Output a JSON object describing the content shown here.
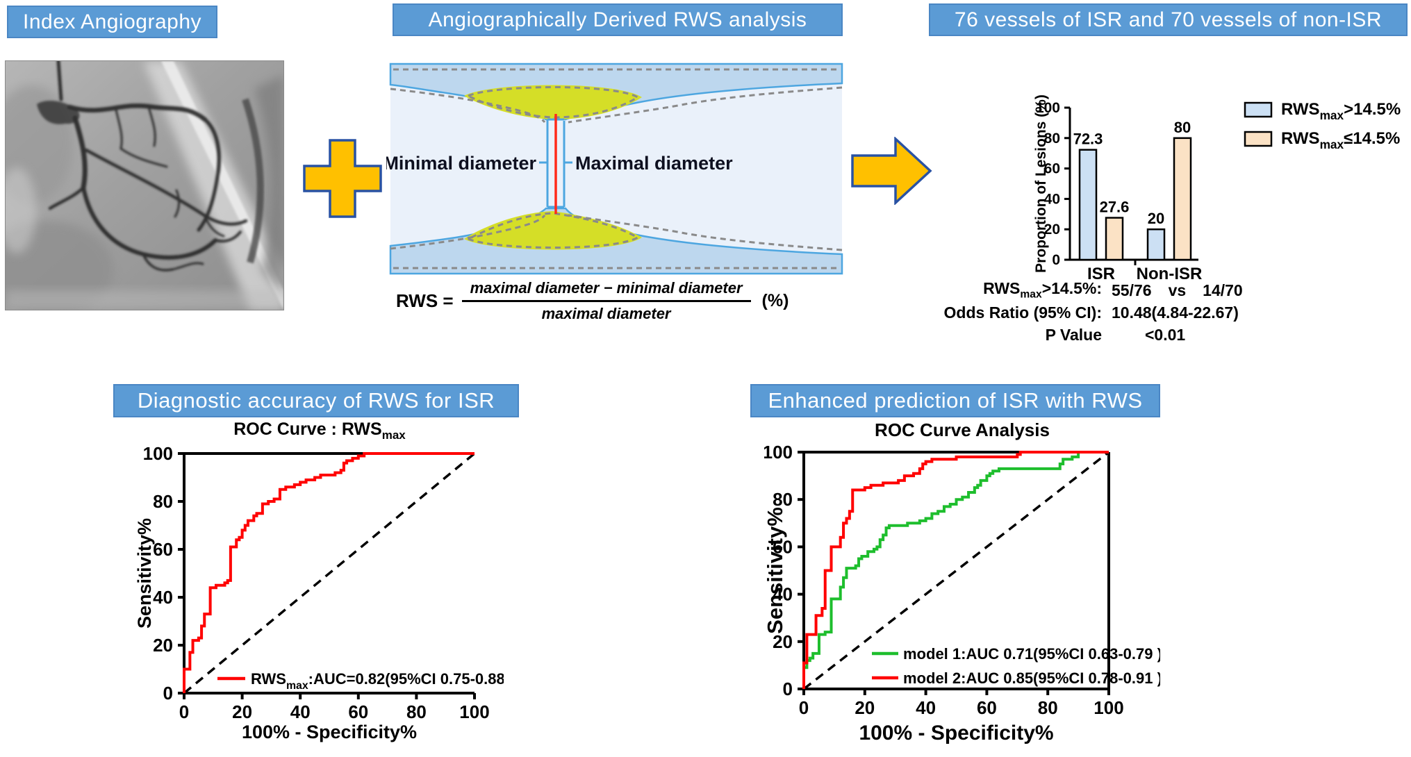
{
  "panels": {
    "index_angiography": {
      "title": "Index Angiography"
    },
    "rws_analysis": {
      "title": "Angiographically Derived RWS analysis"
    },
    "vessel_counts": {
      "title": "76 vessels of ISR and 70 vessels of non-ISR"
    },
    "diagnostic_accuracy": {
      "title": "Diagnostic accuracy of RWS for ISR"
    },
    "enhanced_prediction": {
      "title": "Enhanced prediction of ISR with RWS"
    }
  },
  "diagram": {
    "minimal_label": "Minimal diameter",
    "maximal_label": "Maximal diameter"
  },
  "formula": {
    "lhs": "RWS =",
    "numerator": "maximal diameter − minimal diameter",
    "denominator": "maximal diameter",
    "unit": "(%)"
  },
  "stats": {
    "row1": {
      "label_pre": "RWS",
      "label_sub": "max",
      "label_post": ">14.5%:",
      "value1": "55/76",
      "vs": "vs",
      "value2": "14/70"
    },
    "row2": {
      "label": "Odds Ratio (95% CI):",
      "value": "10.48(4.84-22.67)"
    },
    "row3": {
      "label": "P Value",
      "value": "<0.01"
    }
  },
  "colors": {
    "header_bg": "#5B9BD5",
    "header_border": "#4A86C4",
    "gold": "#FFC000",
    "gold_border": "#2952A3",
    "bar_blue": "#CCE0F4",
    "bar_orange": "#FBE2C5",
    "roc_red": "#FF0000",
    "roc_green": "#1EBE2D",
    "vessel_wall_fill": "#BDD7EE",
    "vessel_wall_stroke": "#4DA6E0",
    "lumen": "#EAF1FA",
    "plaque": "#D5DE27",
    "stent_dash_gray": "#8A8A8A",
    "marker_red": "#FF2A1A"
  },
  "chart_data": [
    {
      "id": "lesion-proportion-bar",
      "type": "bar",
      "categories": [
        "ISR",
        "Non-ISR"
      ],
      "ylabel": "Proportion of Lesions (%)",
      "ylim": [
        0,
        100
      ],
      "yticks": [
        0,
        20,
        40,
        60,
        80,
        100
      ],
      "legend_position": "right-top",
      "series": [
        {
          "name_pre": "RWS",
          "name_sub": "max",
          "name_post": ">14.5%",
          "color": "#CCE0F4",
          "values": [
            72.3,
            20
          ],
          "value_labels": [
            "72.3",
            "20"
          ]
        },
        {
          "name_pre": "RWS",
          "name_sub": "max",
          "name_post": "≤14.5%",
          "color": "#FBE2C5",
          "values": [
            27.6,
            80
          ],
          "value_labels": [
            "27.6",
            "80"
          ]
        }
      ]
    },
    {
      "id": "roc-rwsmax",
      "type": "line",
      "title_pre": "ROC Curve : RWS",
      "title_sub": "max",
      "xlabel": "100% - Specificity%",
      "ylabel": "Sensitivity%",
      "xlim": [
        0,
        100
      ],
      "ylim": [
        0,
        100
      ],
      "xticks": [
        0,
        20,
        40,
        60,
        80,
        100
      ],
      "yticks": [
        0,
        20,
        40,
        60,
        80,
        100
      ],
      "diagonal": true,
      "legend_position": "bottom-inside",
      "series": [
        {
          "legend_pre": "RWS",
          "legend_sub": "max",
          "legend_post": ":AUC=0.82(95%CI 0.75-0.88)",
          "color": "#FF0000",
          "points": [
            [
              0,
              0
            ],
            [
              0,
              10
            ],
            [
              2,
              10
            ],
            [
              2,
              17
            ],
            [
              3,
              18
            ],
            [
              3,
              22
            ],
            [
              5,
              23
            ],
            [
              6,
              23
            ],
            [
              6,
              28
            ],
            [
              7,
              29
            ],
            [
              7,
              33
            ],
            [
              9,
              34
            ],
            [
              9,
              44
            ],
            [
              11,
              45
            ],
            [
              14,
              46
            ],
            [
              15,
              47
            ],
            [
              16,
              47
            ],
            [
              16,
              61
            ],
            [
              18,
              62
            ],
            [
              18,
              64
            ],
            [
              19,
              65
            ],
            [
              20,
              68
            ],
            [
              21,
              70
            ],
            [
              22,
              72
            ],
            [
              24,
              74
            ],
            [
              25,
              75
            ],
            [
              27,
              76
            ],
            [
              27,
              79
            ],
            [
              29,
              80
            ],
            [
              31,
              81
            ],
            [
              33,
              82
            ],
            [
              33,
              85
            ],
            [
              35,
              86
            ],
            [
              38,
              87
            ],
            [
              40,
              88
            ],
            [
              42,
              89
            ],
            [
              45,
              90
            ],
            [
              47,
              91
            ],
            [
              52,
              92
            ],
            [
              54,
              93
            ],
            [
              55,
              96
            ],
            [
              56,
              97
            ],
            [
              58,
              98
            ],
            [
              60,
              99
            ],
            [
              62,
              100
            ],
            [
              100,
              100
            ]
          ]
        }
      ]
    },
    {
      "id": "roc-models",
      "type": "line",
      "title": "ROC Curve Analysis",
      "xlabel": "100% - Specificity%",
      "ylabel": "Sensitivity%",
      "xlim": [
        0,
        100
      ],
      "ylim": [
        0,
        100
      ],
      "xticks": [
        0,
        20,
        40,
        60,
        80,
        100
      ],
      "yticks": [
        0,
        20,
        40,
        60,
        80,
        100
      ],
      "diagonal": true,
      "legend_position": "bottom-right-inside",
      "series": [
        {
          "legend": "model 1:AUC 0.71(95%CI 0.63-0.79 )",
          "color": "#1EBE2D",
          "points": [
            [
              0,
              0
            ],
            [
              0,
              9
            ],
            [
              1,
              12
            ],
            [
              2,
              13
            ],
            [
              3,
              15
            ],
            [
              5,
              16
            ],
            [
              5,
              23
            ],
            [
              7,
              24
            ],
            [
              9,
              25
            ],
            [
              9,
              38
            ],
            [
              12,
              39
            ],
            [
              12,
              43
            ],
            [
              13,
              47
            ],
            [
              14,
              48
            ],
            [
              14,
              51
            ],
            [
              17,
              52
            ],
            [
              18,
              55
            ],
            [
              19,
              56
            ],
            [
              21,
              58
            ],
            [
              23,
              59
            ],
            [
              24,
              60
            ],
            [
              25,
              63
            ],
            [
              26,
              65
            ],
            [
              27,
              68
            ],
            [
              28,
              69
            ],
            [
              34,
              70
            ],
            [
              38,
              71
            ],
            [
              40,
              72
            ],
            [
              42,
              74
            ],
            [
              44,
              75
            ],
            [
              46,
              77
            ],
            [
              48,
              78
            ],
            [
              50,
              80
            ],
            [
              52,
              81
            ],
            [
              54,
              83
            ],
            [
              56,
              85
            ],
            [
              57,
              86
            ],
            [
              58,
              88
            ],
            [
              60,
              90
            ],
            [
              61,
              91
            ],
            [
              62,
              92
            ],
            [
              64,
              93
            ],
            [
              82,
              93
            ],
            [
              84,
              95
            ],
            [
              85,
              97
            ],
            [
              88,
              98
            ],
            [
              90,
              100
            ],
            [
              100,
              100
            ]
          ]
        },
        {
          "legend": "model 2:AUC 0.85(95%CI 0.78-0.91 )",
          "color": "#FF0000",
          "points": [
            [
              0,
              0
            ],
            [
              0,
              11
            ],
            [
              1,
              12
            ],
            [
              1,
              23
            ],
            [
              4,
              24
            ],
            [
              4,
              31
            ],
            [
              6,
              32
            ],
            [
              6,
              34
            ],
            [
              7,
              35
            ],
            [
              7,
              50
            ],
            [
              9,
              51
            ],
            [
              9,
              60
            ],
            [
              12,
              61
            ],
            [
              12,
              64
            ],
            [
              13,
              65
            ],
            [
              13,
              70
            ],
            [
              14,
              72
            ],
            [
              15,
              75
            ],
            [
              16,
              75
            ],
            [
              16,
              84
            ],
            [
              20,
              85
            ],
            [
              22,
              86
            ],
            [
              26,
              87
            ],
            [
              31,
              88
            ],
            [
              33,
              90
            ],
            [
              36,
              91
            ],
            [
              38,
              93
            ],
            [
              39,
              95
            ],
            [
              40,
              96
            ],
            [
              42,
              97
            ],
            [
              48,
              97
            ],
            [
              50,
              98
            ],
            [
              68,
              98
            ],
            [
              70,
              99
            ],
            [
              71,
              100
            ],
            [
              100,
              100
            ]
          ]
        }
      ]
    }
  ]
}
